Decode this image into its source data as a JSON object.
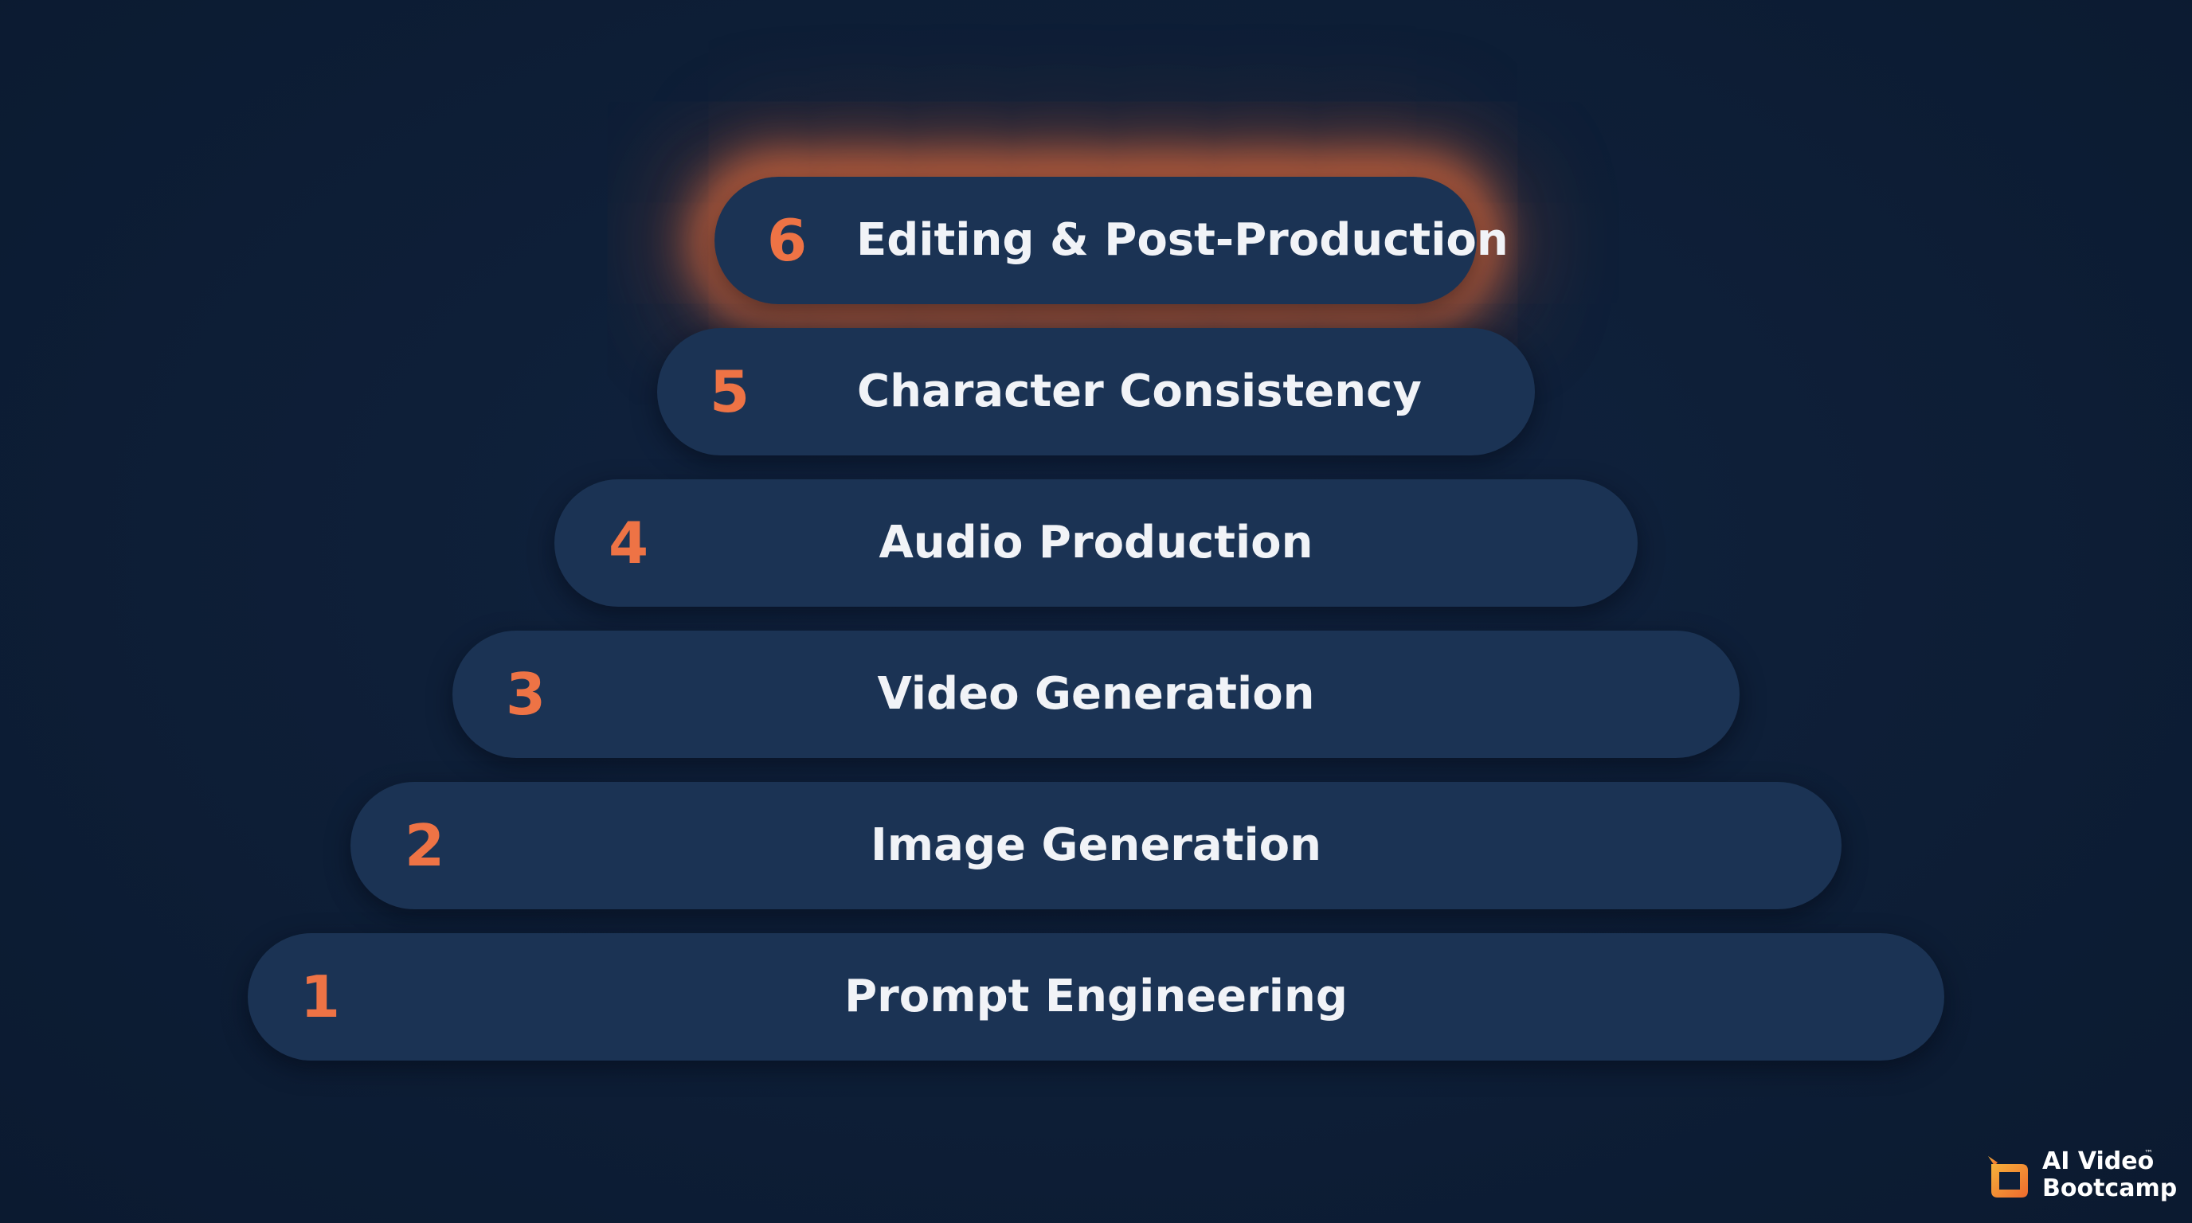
{
  "colors": {
    "background": "#0e1f38",
    "tier_fill": "#1b3354",
    "number_accent": "#ee7345",
    "label_text": "#f1f3f7",
    "highlight_glow": "#e26b3d"
  },
  "pyramid": {
    "highlighted_tier": "6",
    "tiers": [
      {
        "number": "6",
        "label": "Editing & Post-Production"
      },
      {
        "number": "5",
        "label": "Character Consistency"
      },
      {
        "number": "4",
        "label": "Audio Production"
      },
      {
        "number": "3",
        "label": "Video Generation"
      },
      {
        "number": "2",
        "label": "Image Generation"
      },
      {
        "number": "1",
        "label": "Prompt Engineering"
      }
    ]
  },
  "brand": {
    "line1": "AI Video",
    "line2": "Bootcamp",
    "trademark": "™",
    "icon": "tv-screen-logo-icon"
  }
}
